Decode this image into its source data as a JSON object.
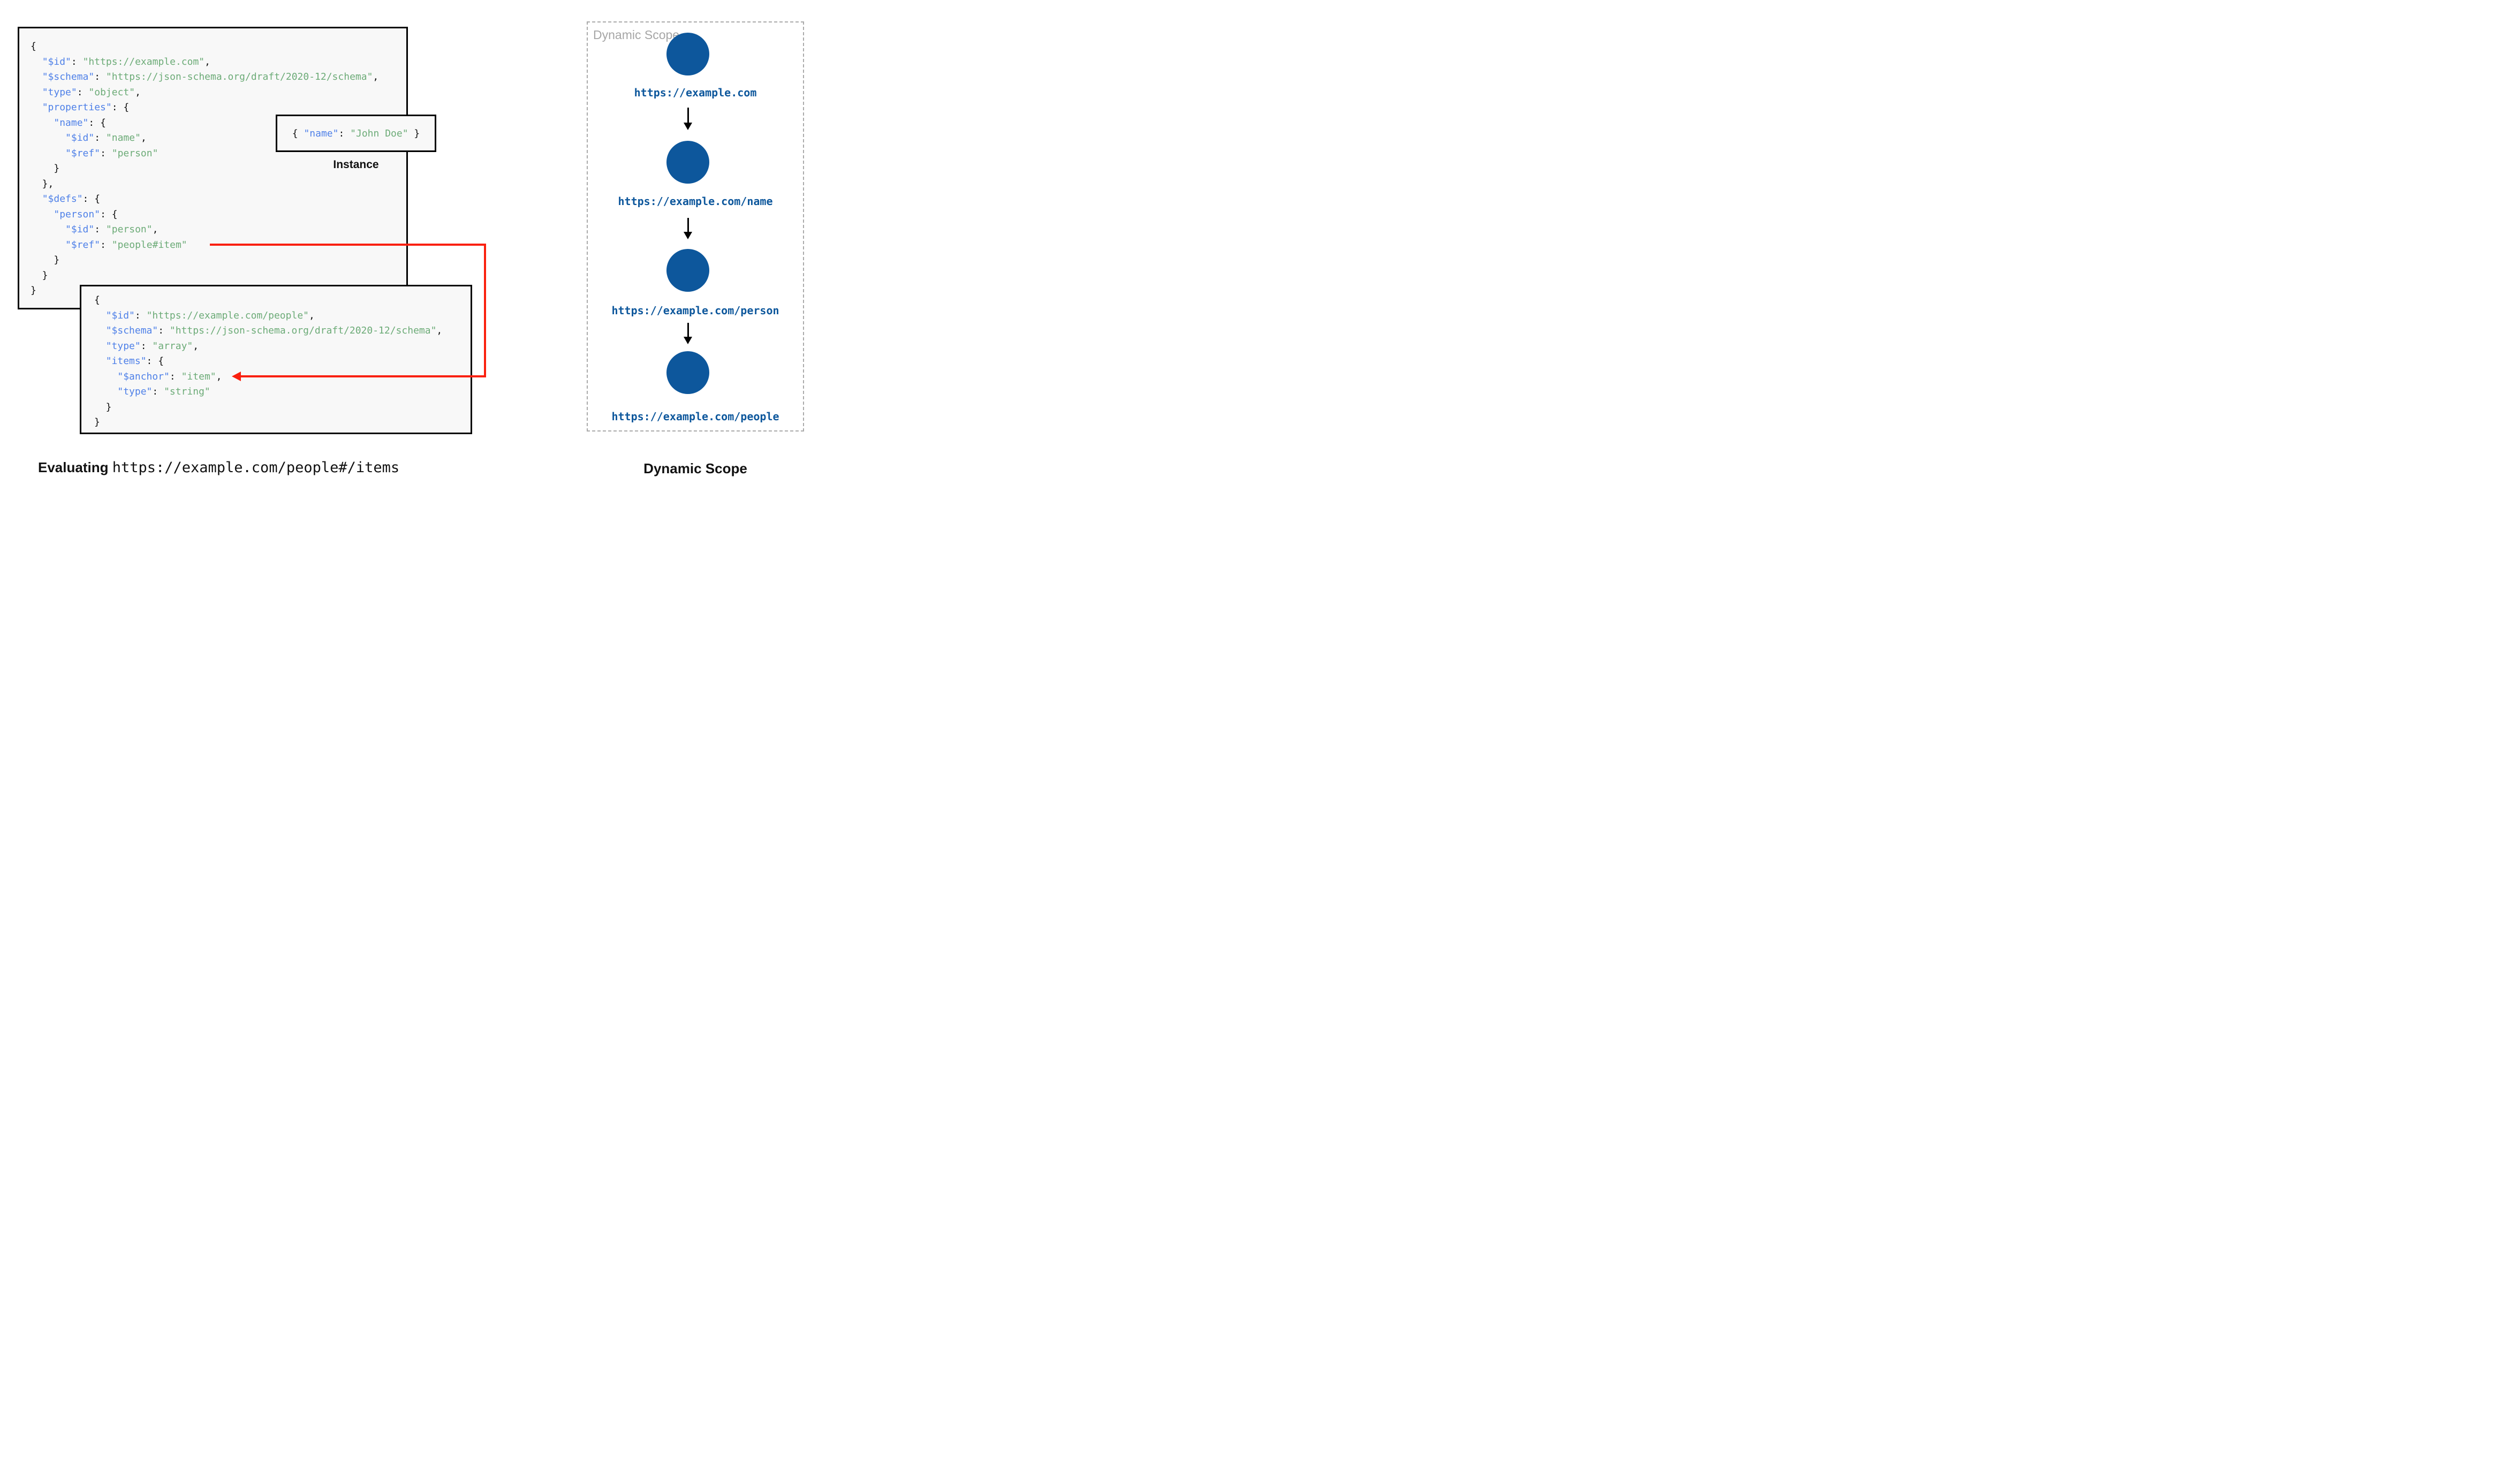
{
  "colors": {
    "key": "#4e80e8",
    "string": "#6cab77",
    "node": "#0d579c",
    "red": "#fa200e",
    "muted": "#a6a6a6",
    "codebg": "#f8f8f8",
    "border": "#000000",
    "text": "#111111"
  },
  "main_schema": {
    "lines": [
      [
        [
          "p",
          "{"
        ]
      ],
      [
        [
          "p",
          "  "
        ],
        [
          "k",
          "\"$id\""
        ],
        [
          "p",
          ": "
        ],
        [
          "s",
          "\"https://example.com\""
        ],
        [
          "p",
          ","
        ]
      ],
      [
        [
          "p",
          "  "
        ],
        [
          "k",
          "\"$schema\""
        ],
        [
          "p",
          ": "
        ],
        [
          "s",
          "\"https://json-schema.org/draft/2020-12/schema\""
        ],
        [
          "p",
          ","
        ]
      ],
      [
        [
          "p",
          "  "
        ],
        [
          "k",
          "\"type\""
        ],
        [
          "p",
          ": "
        ],
        [
          "s",
          "\"object\""
        ],
        [
          "p",
          ","
        ]
      ],
      [
        [
          "p",
          "  "
        ],
        [
          "k",
          "\"properties\""
        ],
        [
          "p",
          ": {"
        ]
      ],
      [
        [
          "p",
          "    "
        ],
        [
          "k",
          "\"name\""
        ],
        [
          "p",
          ": {"
        ]
      ],
      [
        [
          "p",
          "      "
        ],
        [
          "k",
          "\"$id\""
        ],
        [
          "p",
          ": "
        ],
        [
          "s",
          "\"name\""
        ],
        [
          "p",
          ","
        ]
      ],
      [
        [
          "p",
          "      "
        ],
        [
          "k",
          "\"$ref\""
        ],
        [
          "p",
          ": "
        ],
        [
          "s",
          "\"person\""
        ]
      ],
      [
        [
          "p",
          "    }"
        ]
      ],
      [
        [
          "p",
          "  },"
        ]
      ],
      [
        [
          "p",
          "  "
        ],
        [
          "k",
          "\"$defs\""
        ],
        [
          "p",
          ": {"
        ]
      ],
      [
        [
          "p",
          "    "
        ],
        [
          "k",
          "\"person\""
        ],
        [
          "p",
          ": {"
        ]
      ],
      [
        [
          "p",
          "      "
        ],
        [
          "k",
          "\"$id\""
        ],
        [
          "p",
          ": "
        ],
        [
          "s",
          "\"person\""
        ],
        [
          "p",
          ","
        ]
      ],
      [
        [
          "p",
          "      "
        ],
        [
          "k",
          "\"$ref\""
        ],
        [
          "p",
          ": "
        ],
        [
          "s",
          "\"people#item\""
        ]
      ],
      [
        [
          "p",
          "    }"
        ]
      ],
      [
        [
          "p",
          "  }"
        ]
      ],
      [
        [
          "p",
          "}"
        ]
      ]
    ]
  },
  "people_schema": {
    "lines": [
      [
        [
          "p",
          "{"
        ]
      ],
      [
        [
          "p",
          "  "
        ],
        [
          "k",
          "\"$id\""
        ],
        [
          "p",
          ": "
        ],
        [
          "s",
          "\"https://example.com/people\""
        ],
        [
          "p",
          ","
        ]
      ],
      [
        [
          "p",
          "  "
        ],
        [
          "k",
          "\"$schema\""
        ],
        [
          "p",
          ": "
        ],
        [
          "s",
          "\"https://json-schema.org/draft/2020-12/schema\""
        ],
        [
          "p",
          ","
        ]
      ],
      [
        [
          "p",
          "  "
        ],
        [
          "k",
          "\"type\""
        ],
        [
          "p",
          ": "
        ],
        [
          "s",
          "\"array\""
        ],
        [
          "p",
          ","
        ]
      ],
      [
        [
          "p",
          "  "
        ],
        [
          "k",
          "\"items\""
        ],
        [
          "p",
          ": {"
        ]
      ],
      [
        [
          "p",
          "    "
        ],
        [
          "k",
          "\"$anchor\""
        ],
        [
          "p",
          ": "
        ],
        [
          "s",
          "\"item\""
        ],
        [
          "p",
          ","
        ]
      ],
      [
        [
          "p",
          "    "
        ],
        [
          "k",
          "\"type\""
        ],
        [
          "p",
          ": "
        ],
        [
          "s",
          "\"string\""
        ]
      ],
      [
        [
          "p",
          "  }"
        ]
      ],
      [
        [
          "p",
          "}"
        ]
      ]
    ]
  },
  "instance": {
    "lines": [
      [
        [
          "p",
          "{ "
        ],
        [
          "k",
          "\"name\""
        ],
        [
          "p",
          ": "
        ],
        [
          "s",
          "\"John Doe\""
        ],
        [
          "p",
          " }"
        ]
      ]
    ],
    "label": "Instance"
  },
  "dynamic_scope": {
    "watermark": "Dynamic Scope",
    "caption": "Dynamic Scope",
    "nodes": [
      "https://example.com",
      "https://example.com/name",
      "https://example.com/person",
      "https://example.com/people"
    ]
  },
  "footer": {
    "prefix": "Evaluating",
    "uri": "https://example.com/people#/items"
  }
}
